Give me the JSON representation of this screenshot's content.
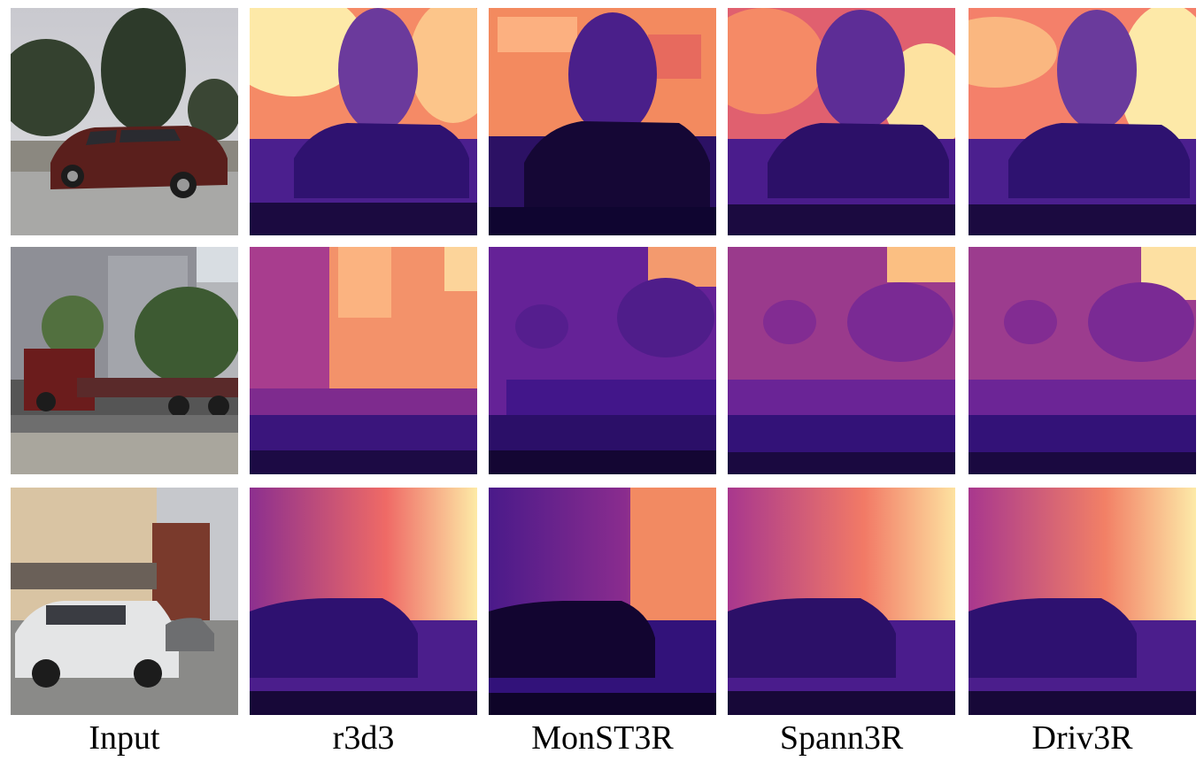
{
  "columns": [
    {
      "label": "Input"
    },
    {
      "label": "r3d3"
    },
    {
      "label": "MonST3R"
    },
    {
      "label": "Spann3R"
    },
    {
      "label": "Driv3R"
    }
  ],
  "rows": [
    {
      "scene": "street-suv-trees"
    },
    {
      "scene": "flatbed-truck-building"
    },
    {
      "scene": "white-suv-brick-buildings"
    }
  ],
  "colormap": {
    "near": "#0b0424",
    "mid": "#6a2a9a",
    "far": "#fdf3b4"
  }
}
